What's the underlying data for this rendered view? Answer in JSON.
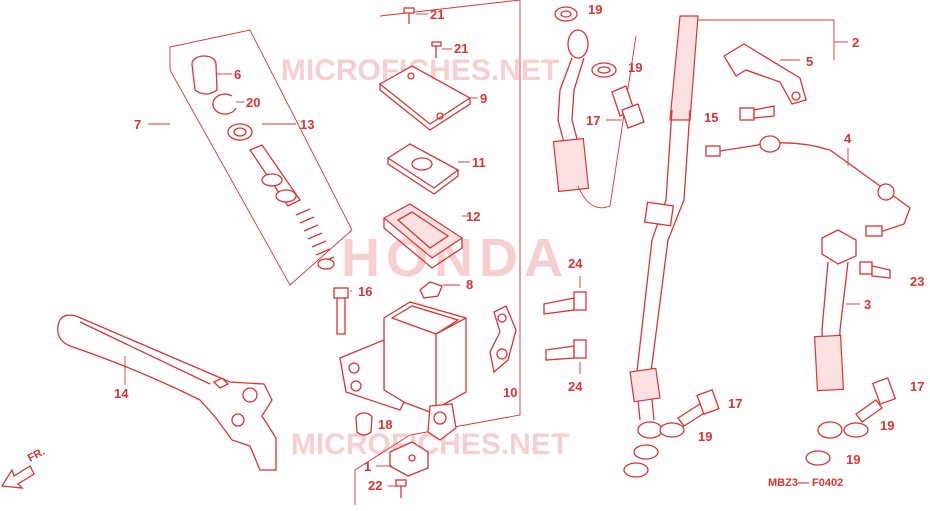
{
  "watermarks": {
    "brand": "HONDA",
    "site_top": "MICROFICHES.NET",
    "site_bottom": "MICROFICHES.NET"
  },
  "direction_label": "FR.",
  "drawing_code": "MBZ3— F0402",
  "callouts": {
    "c1": "1",
    "c2": "2",
    "c3": "3",
    "c4": "4",
    "c5": "5",
    "c6": "6",
    "c7": "7",
    "c8": "8",
    "c9": "9",
    "c10": "10",
    "c11": "11",
    "c12": "12",
    "c13": "13",
    "c14": "14",
    "c15": "15",
    "c16": "16",
    "c17a": "17",
    "c17b": "17",
    "c17c": "17",
    "c18": "18",
    "c19a": "19",
    "c19b": "19",
    "c19c": "19",
    "c19d": "19",
    "c19e": "19",
    "c20": "20",
    "c21a": "21",
    "c21b": "21",
    "c22": "22",
    "c23": "23",
    "c24a": "24",
    "c24b": "24"
  },
  "colors": {
    "line": "#dd3333",
    "watermark": "#f6d0d0",
    "background": "#ffffff"
  }
}
